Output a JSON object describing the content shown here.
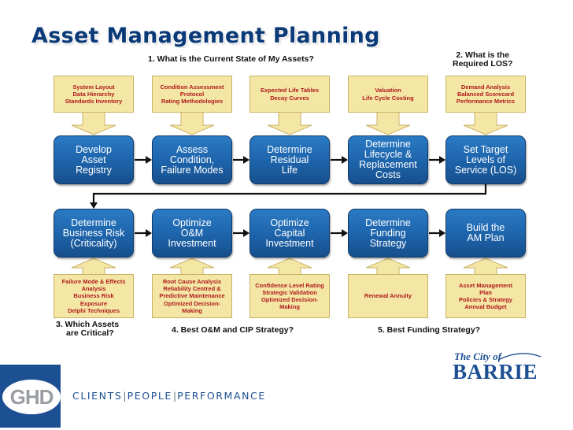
{
  "title": "Asset Management Planning",
  "questions": {
    "q1": "1.  What is the Current State of My Assets?",
    "q2_line1": "2.  What is the",
    "q2_line2": "Required LOS?",
    "q3_line1": "3.  Which Assets",
    "q3_line2": "are Critical?",
    "q4": "4.  Best O&M and CIP Strategy?",
    "q5": "5.  Best Funding Strategy?"
  },
  "top_inputs": [
    [
      "System Layout",
      "Data Hierarchy",
      "Standards Inventory"
    ],
    [
      "Condition Assessment",
      "Protocol",
      "Rating Methodologies"
    ],
    [
      "Expected Life Tables",
      "Decay Curves"
    ],
    [
      "Valuation",
      "Life Cycle Costing"
    ],
    [
      "Demand Analysis",
      "Balanced Scorecard",
      "Performance Metrics"
    ]
  ],
  "top_steps": [
    [
      "Develop",
      "Asset",
      "Registry"
    ],
    [
      "Assess",
      "Condition,",
      "Failure Modes"
    ],
    [
      "Determine",
      "Residual",
      "Life"
    ],
    [
      "Determine",
      "Lifecycle &",
      "Replacement",
      "Costs"
    ],
    [
      "Set Target",
      "Levels of",
      "Service (LOS)"
    ]
  ],
  "bottom_steps": [
    [
      "Determine",
      "Business Risk",
      "(Criticality)"
    ],
    [
      "Optimize",
      "O&M",
      "Investment"
    ],
    [
      "Optimize",
      "Capital",
      "Investment"
    ],
    [
      "Determine",
      "Funding",
      "Strategy"
    ],
    [
      "Build the",
      "AM Plan"
    ]
  ],
  "bottom_inputs": [
    [
      "Failure Mode & Effects",
      "Analysis",
      "Business Risk",
      "Exposure",
      "Delphi Techniques"
    ],
    [
      "Root Cause Analysis",
      "Reliability Centred &",
      "Predictive Maintenance",
      "Optimized Decision-",
      "Making"
    ],
    [
      "Confidence Level Rating",
      "Strategic Validation",
      "Optimized Decision-",
      "Making"
    ],
    [
      "Renewal Annuity"
    ],
    [
      "Asset Management",
      "Plan",
      "Policies & Strategy",
      "Annual Budget"
    ]
  ],
  "footer": {
    "ghd_logo": "GHD",
    "tagline_parts": [
      "CLIENTS",
      "PEOPLE",
      "PERFORMANCE"
    ],
    "city_line1": "The City of",
    "city_line2": "BARRIE"
  },
  "colors": {
    "title": "#0b3a78",
    "input_fill": "#f4e7a6",
    "input_text": "#b01919",
    "step_fill": "#1d63aa",
    "arrow": "#111111",
    "brand_blue": "#1d4f93"
  }
}
